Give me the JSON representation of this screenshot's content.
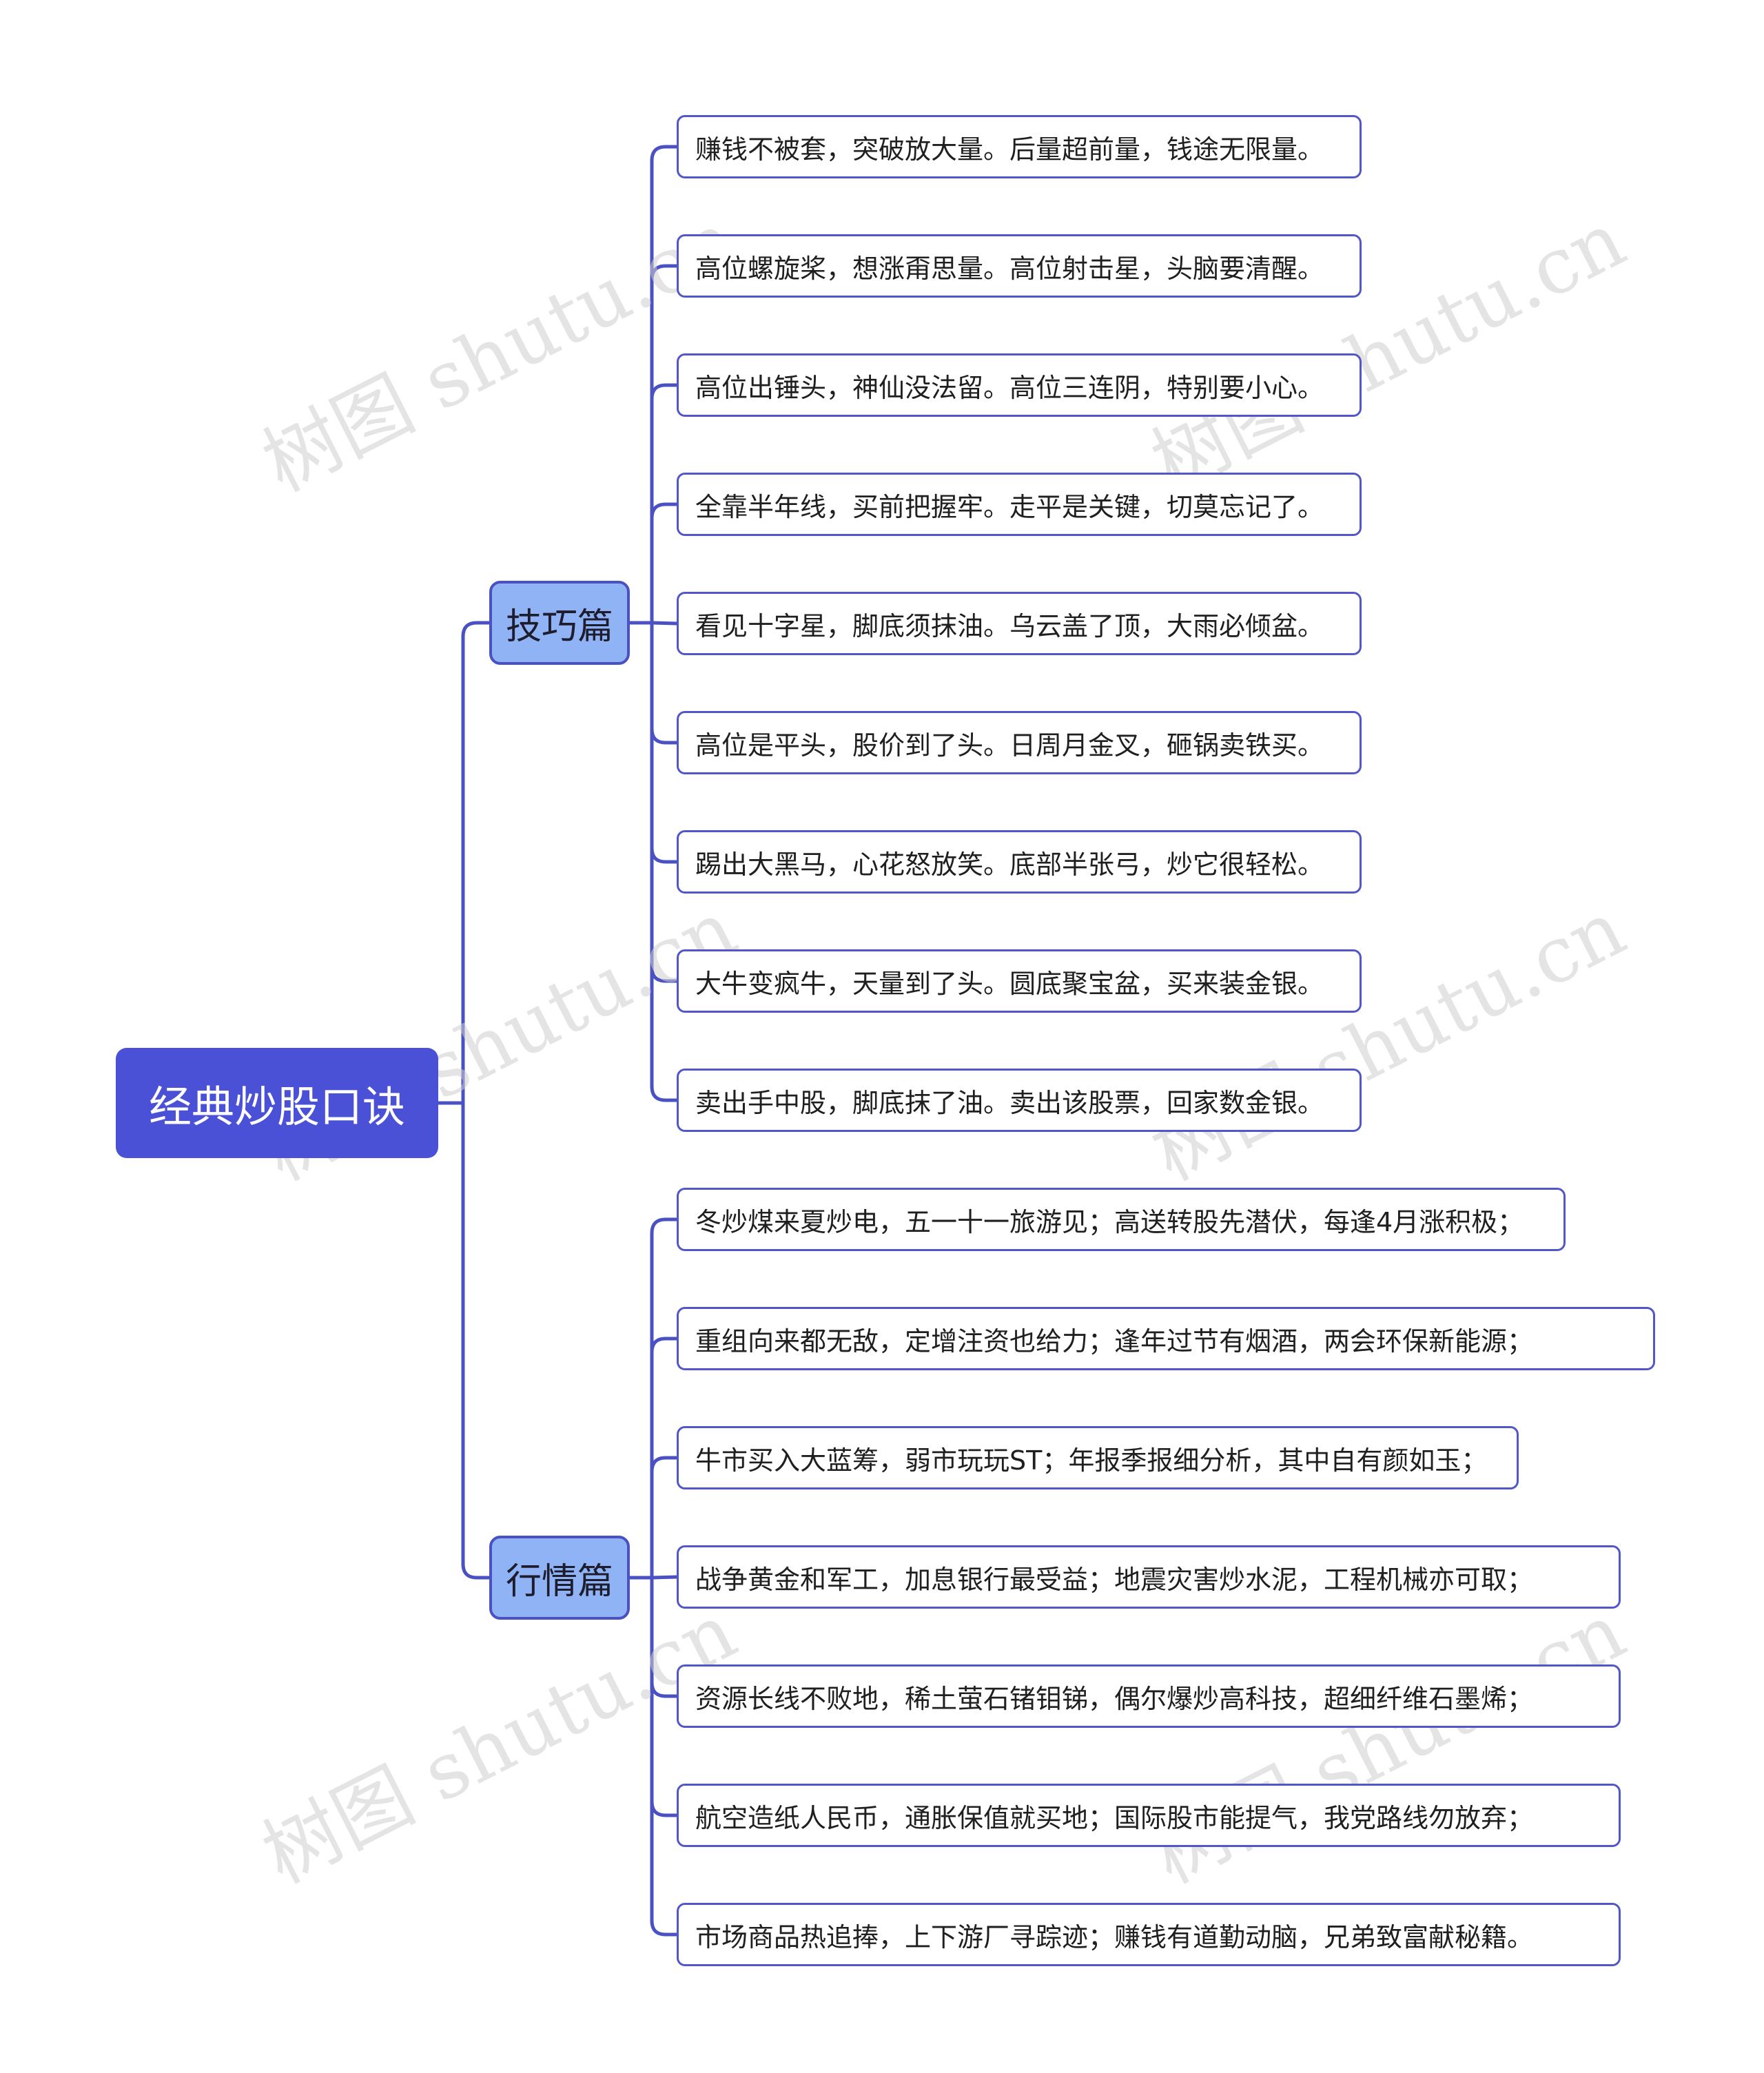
{
  "colors": {
    "root_fill": "#4a51d6",
    "branch_fill": "#8fb3f5",
    "connector": "#4a51c2",
    "leaf_border": "#5257c7"
  },
  "root": {
    "label": "经典炒股口诀"
  },
  "branches": [
    {
      "label": "技巧篇",
      "items": [
        "赚钱不被套，突破放大量。后量超前量，钱途无限量。",
        "高位螺旋桨，想涨甭思量。高位射击星，头脑要清醒。",
        "高位出锤头，神仙没法留。高位三连阴，特别要小心。",
        "全靠半年线，买前把握牢。走平是关键，切莫忘记了。",
        "看见十字星，脚底须抹油。乌云盖了顶，大雨必倾盆。",
        "高位是平头，股价到了头。日周月金叉，砸锅卖铁买。",
        "踢出大黑马，心花怒放笑。底部半张弓，炒它很轻松。",
        "大牛变疯牛，天量到了头。圆底聚宝盆，买来装金银。",
        "卖出手中股，脚底抹了油。卖出该股票，回家数金银。"
      ]
    },
    {
      "label": "行情篇",
      "items": [
        "冬炒煤来夏炒电，五一十一旅游见；高送转股先潜伏，每逢4月涨积极；",
        "重组向来都无敌，定增注资也给力；逢年过节有烟酒，两会环保新能源；",
        "牛市买入大蓝筹，弱市玩玩ST；年报季报细分析，其中自有颜如玉；",
        "战争黄金和军工，加息银行最受益；地震灾害炒水泥，工程机械亦可取；",
        "资源长线不败地，稀土萤石锗钼锑，偶尔爆炒高科技，超细纤维石墨烯；",
        "航空造纸人民币，通胀保值就买地；国际股市能提气，我党路线勿放弃；",
        "市场商品热追捧，上下游厂寻踪迹；赚钱有道勤动脑，兄弟致富献秘籍。"
      ]
    }
  ],
  "watermark": "树图 shutu.cn"
}
